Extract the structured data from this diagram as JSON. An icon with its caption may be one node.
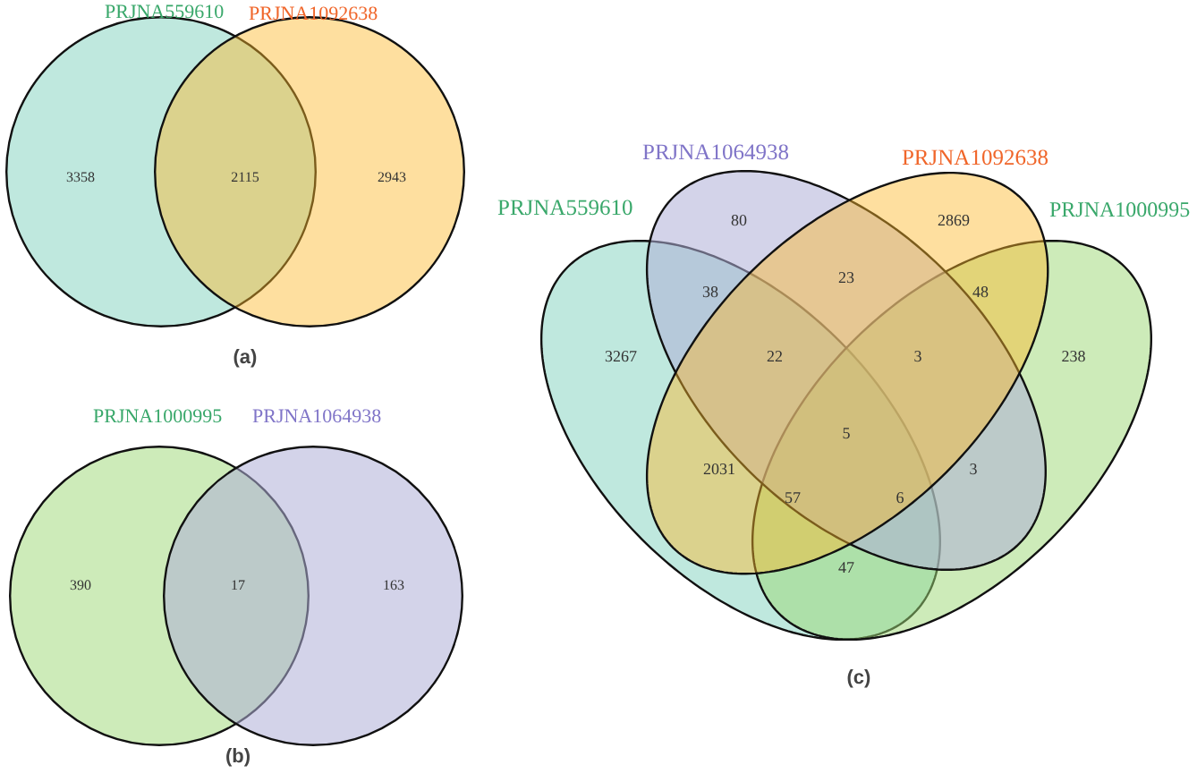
{
  "diagram": {
    "nodes": [
      {
        "text": [
          "PRJNA559610"
        ]
      },
      {
        "text": [
          "PRJNA1092638"
        ]
      },
      {
        "text": [
          "PRJNA1000995"
        ]
      },
      {
        "text": [
          "PRJNA1064938"
        ]
      },
      {
        "text": [
          "PRJNA559610"
        ]
      },
      {
        "text": [
          "PRJNA1064938"
        ]
      },
      {
        "text": [
          "PRJNA1092638"
        ]
      },
      {
        "text": [
          "PRJNA1000995"
        ]
      }
    ],
    "labels": [
      "3358",
      "2115",
      "2943",
      "(a)",
      "390",
      "17",
      "163",
      "(b)",
      "80",
      "2869",
      "38",
      "23",
      "48",
      "3267",
      "22",
      "3",
      "238",
      "5",
      "2031",
      "57",
      "6",
      "3",
      "47",
      "(c)"
    ]
  }
}
